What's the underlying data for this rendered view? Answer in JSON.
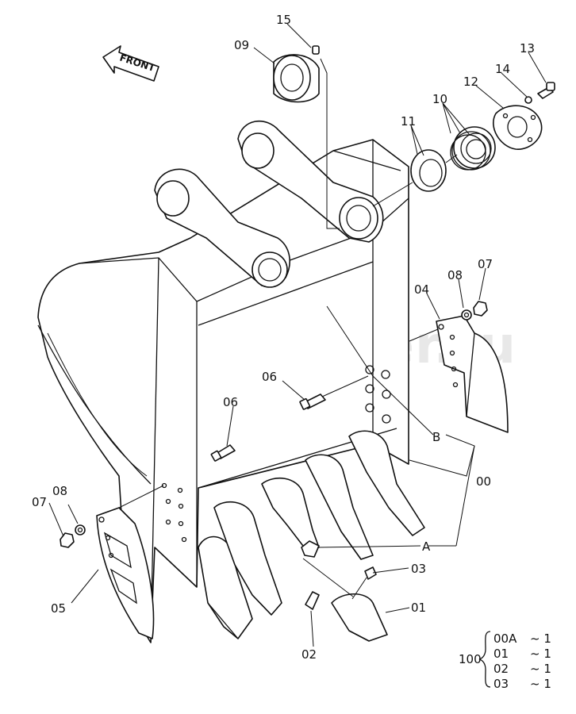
{
  "front_label": "FRONT",
  "watermark": "autopiter.ru",
  "watermark_symbol": "a>",
  "callouts": {
    "c15": "15",
    "c09": "09",
    "c13": "13",
    "c14": "14",
    "c12": "12",
    "c10": "10",
    "c11": "11",
    "c07a": "07",
    "c08a": "08",
    "c04": "04",
    "c06a": "06",
    "c06b": "06",
    "cB": "B",
    "c00": "00",
    "c08b": "08",
    "c07b": "07",
    "cA": "A",
    "c03": "03",
    "c05": "05",
    "c01": "01",
    "c02": "02"
  },
  "kit": {
    "number": "100",
    "rows": [
      {
        "part": "00A",
        "qty": "~ 1"
      },
      {
        "part": "01",
        "qty": "~ 1"
      },
      {
        "part": "02",
        "qty": "~ 1"
      },
      {
        "part": "03",
        "qty": "~ 1"
      }
    ]
  }
}
